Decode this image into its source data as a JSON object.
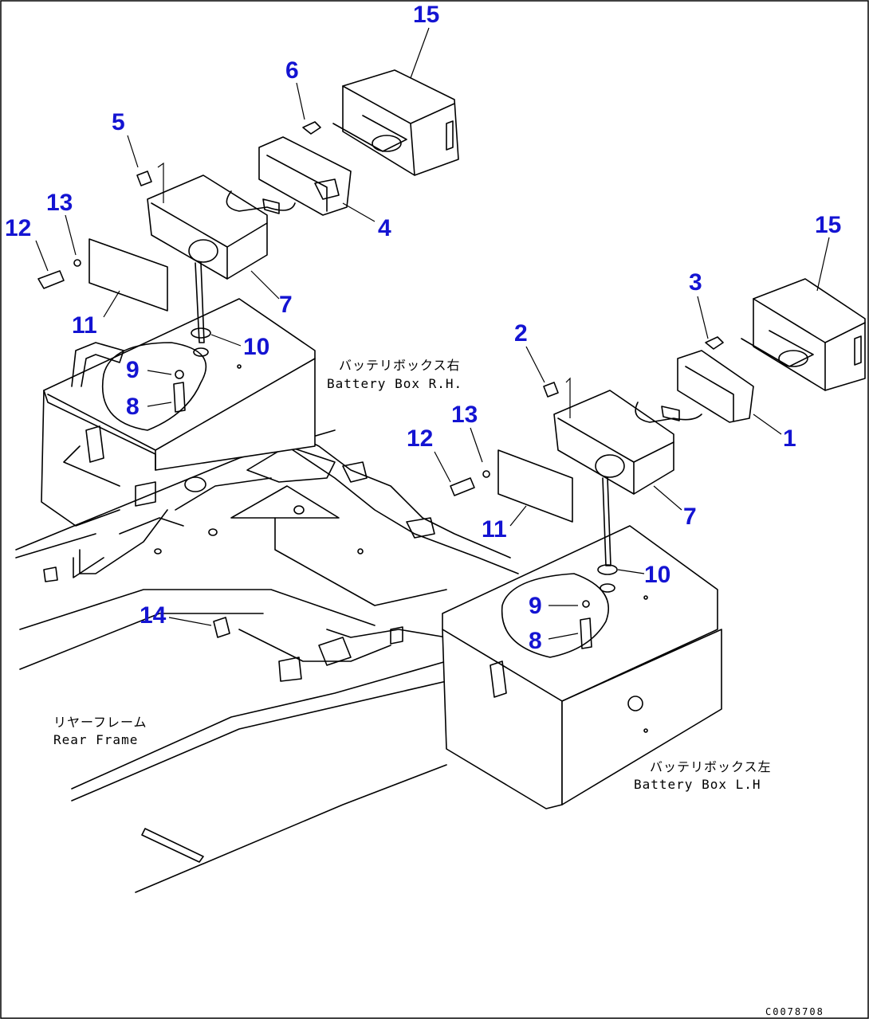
{
  "diagram": {
    "drawing_number": "C0078708",
    "callouts": [
      {
        "id": "c15a",
        "label": "15"
      },
      {
        "id": "c6",
        "label": "6"
      },
      {
        "id": "c5",
        "label": "5"
      },
      {
        "id": "c13a",
        "label": "13"
      },
      {
        "id": "c12a",
        "label": "12"
      },
      {
        "id": "c4",
        "label": "4"
      },
      {
        "id": "c7a",
        "label": "7"
      },
      {
        "id": "c11a",
        "label": "11"
      },
      {
        "id": "c10a",
        "label": "10"
      },
      {
        "id": "c9a",
        "label": "9"
      },
      {
        "id": "c8a",
        "label": "8"
      },
      {
        "id": "c15b",
        "label": "15"
      },
      {
        "id": "c3",
        "label": "3"
      },
      {
        "id": "c2",
        "label": "2"
      },
      {
        "id": "c1",
        "label": "1"
      },
      {
        "id": "c13b",
        "label": "13"
      },
      {
        "id": "c12b",
        "label": "12"
      },
      {
        "id": "c11b",
        "label": "11"
      },
      {
        "id": "c7b",
        "label": "7"
      },
      {
        "id": "c10b",
        "label": "10"
      },
      {
        "id": "c9b",
        "label": "9"
      },
      {
        "id": "c8b",
        "label": "8"
      },
      {
        "id": "c14",
        "label": "14"
      }
    ],
    "captions": {
      "battery_box_rh_jp": "バッテリボックス右",
      "battery_box_rh_en": "Battery Box R.H.",
      "battery_box_lh_jp": "バッテリボックス左",
      "battery_box_lh_en": "Battery Box L.H",
      "rear_frame_jp": "リヤーフレーム",
      "rear_frame_en": "Rear Frame"
    }
  }
}
